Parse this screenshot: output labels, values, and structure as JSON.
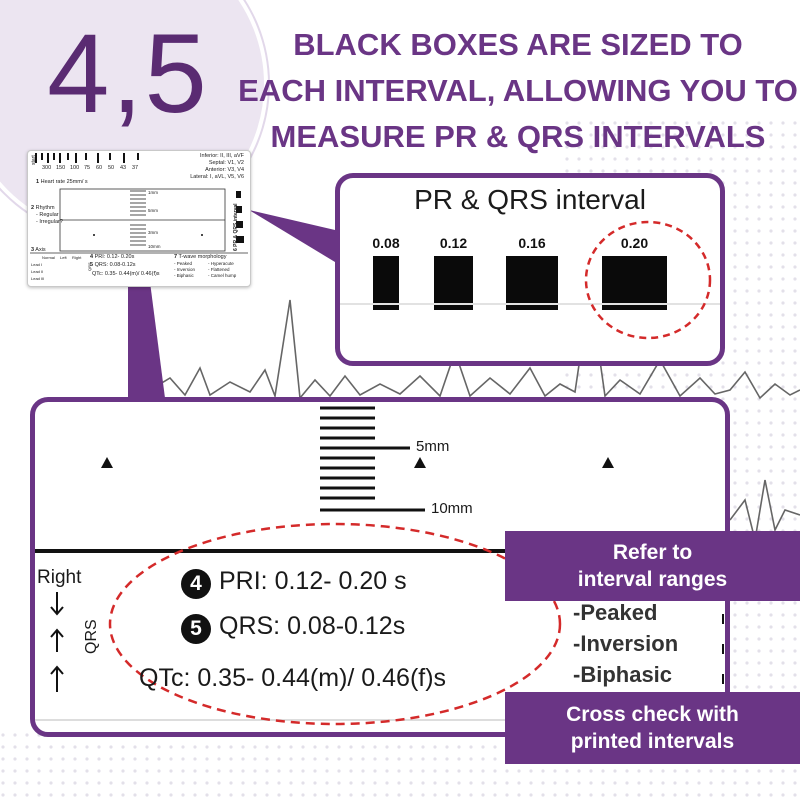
{
  "badge": {
    "number": "4,5"
  },
  "headline": {
    "line1": "BLACK BOXES ARE SIZED TO",
    "line2": "EACH INTERVAL, ALLOWING YOU TO",
    "line3": "MEASURE PR & QRS INTERVALS"
  },
  "colors": {
    "purple": "#6a3585",
    "badge_fill": "#ece5f1",
    "dashed_circle": "#d42a2a",
    "box": "#0a0a0a"
  },
  "mini_card": {
    "rate_ticks": [
      "300",
      "150",
      "100",
      "75",
      "60",
      "50",
      "43",
      "37"
    ],
    "start_label": "start",
    "leads": {
      "inferior": "Inferior: II, III, aVF",
      "septal": "Septal: V1, V2",
      "anterior": "Anterior: V3, V4",
      "lateral": "Lateral: I, aVL, V5, V6"
    },
    "heart_rate": "Heart rate 25mm/ s",
    "rhythm": "Rhythm",
    "regular": "- Regular",
    "irregular": "- Irregular?",
    "mm1": "1mm",
    "mm5": "5mm",
    "mm3": "3mm",
    "mm10": "10mm",
    "side_label": "PR & QRS interval",
    "axis": "Axis",
    "axis_cols": [
      "Normal",
      "Left",
      "Right"
    ],
    "axis_leads": [
      "Lead I",
      "Lead II",
      "Lead III"
    ],
    "qrs_mini": "QRS",
    "pri": "PRI: 0.12- 0.20s",
    "qrs": "QRS: 0.08-0.12s",
    "qtc": "QTc: 0.35- 0.44(m)/ 0.46(f)s",
    "twave": "T-wave morphology",
    "tw_items": [
      "- Peaked",
      "- Hyperacute",
      "- Inversion",
      "- Flattened",
      "- Biphasic",
      "- Camel hump"
    ],
    "num_heart": "1",
    "num_rhythm": "2",
    "num_axis": "3",
    "num_pri": "4",
    "num_qrs": "5",
    "num_twave": "7",
    "num_side": "6"
  },
  "callout": {
    "title": "PR & QRS interval",
    "intervals": [
      {
        "label": "0.08",
        "value": 0.08
      },
      {
        "label": "0.12",
        "value": 0.12
      },
      {
        "label": "0.16",
        "value": 0.16
      },
      {
        "label": "0.20",
        "value": 0.2
      }
    ]
  },
  "main_card": {
    "mm5": "5mm",
    "mm10": "10mm",
    "right": "Right",
    "qrs_vertical": "QRS",
    "pri_num": "4",
    "pri_text": "PRI: 0.12- 0.20 s",
    "qrs_num": "5",
    "qrs_text": "QRS: 0.08-0.12s",
    "qtc_text": "QTc: 0.35- 0.44(m)/ 0.46(f)s",
    "twave_items": [
      "-Peaked",
      "-Inversion",
      "-Biphasic"
    ]
  },
  "banners": {
    "top": [
      "Refer to",
      "interval ranges"
    ],
    "bottom": [
      "Cross check with",
      "printed intervals"
    ]
  }
}
